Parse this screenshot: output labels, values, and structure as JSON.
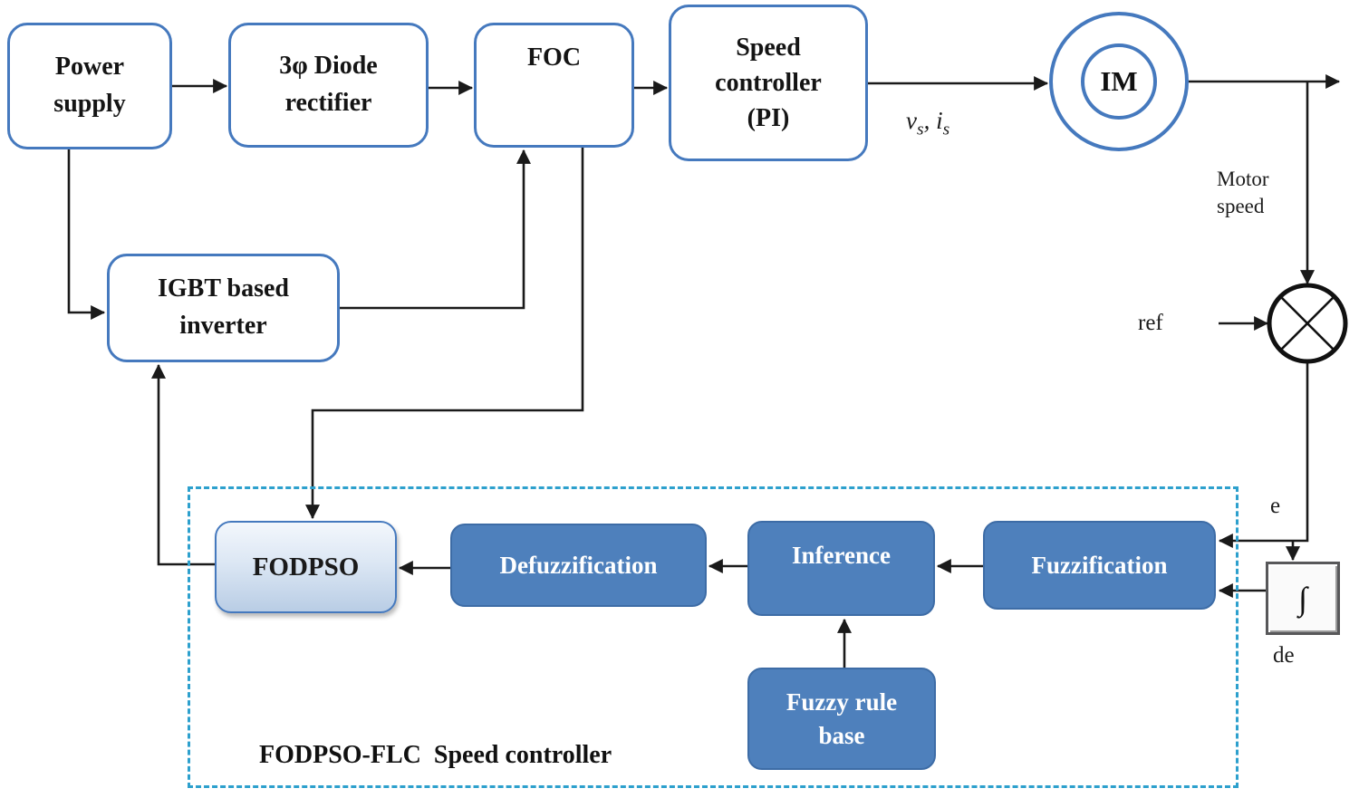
{
  "diagram": {
    "boxes": {
      "power_supply": {
        "line1": "Power",
        "line2": "supply"
      },
      "rectifier": {
        "line1": "3φ Diode",
        "line2": "rectifier"
      },
      "foc": {
        "label": "FOC"
      },
      "speed_controller": {
        "line1": "Speed",
        "line2": "controller",
        "line3": "(PI)"
      },
      "im": {
        "label": "IM"
      },
      "igbt_inverter": {
        "line1": "IGBT based",
        "line2": "inverter"
      },
      "fodpso": {
        "label": "FODPSO"
      },
      "defuzzification": {
        "label": "Defuzzification"
      },
      "inference": {
        "label": "Inference"
      },
      "fuzzification": {
        "label": "Fuzzification"
      },
      "fuzzy_rule_base": {
        "line1": "Fuzzy rule",
        "line2": "base"
      },
      "integrator": {
        "symbol": "∫"
      }
    },
    "labels": {
      "vs_is": {
        "v": "v",
        "v_sub": "s",
        "comma_i": ", i",
        "i_sub": "s"
      },
      "motor_speed": {
        "line1": "Motor",
        "line2": "speed"
      },
      "ref": "ref",
      "e": "e",
      "de": "de",
      "container_label": "FODPSO-FLC  Speed controller"
    },
    "colors": {
      "accent-blue": "#4e80bc",
      "outline-blue": "#4579be",
      "dashed-teal": "#2da0cd",
      "line-black": "#1a1a1a"
    }
  }
}
